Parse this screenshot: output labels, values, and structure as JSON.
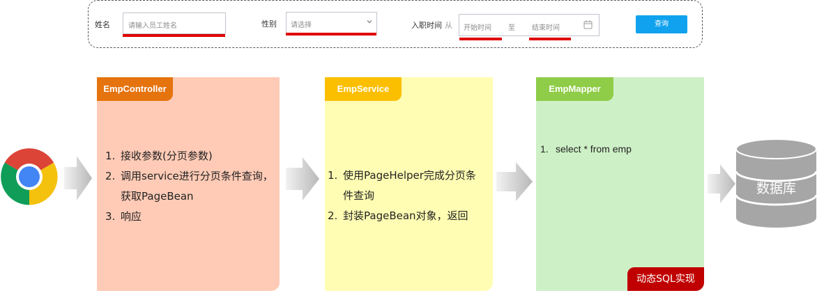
{
  "search_form": {
    "name_label": "姓名",
    "name_placeholder": "请输入员工姓名",
    "gender_label": "性别",
    "gender_placeholder": "请选择",
    "entry_time_label": "入职时间",
    "start_placeholder": "开始时间",
    "range_separator": "至",
    "end_placeholder": "结束时间",
    "query_button": "查询"
  },
  "columns": [
    {
      "title": "EmpController",
      "steps": [
        "接收参数(分页参数)",
        "调用service进行分页条件查询，",
        "获取PageBean",
        "响应"
      ],
      "step_numbers": [
        "1.",
        "2.",
        "",
        "3."
      ]
    },
    {
      "title": "EmpService",
      "steps": [
        "使用PageHelper完成分页条",
        "件查询",
        "封装PageBean对象，返回"
      ],
      "step_numbers": [
        "1.",
        "",
        "2."
      ]
    },
    {
      "title": "EmpMapper",
      "steps": [
        "select * from emp"
      ],
      "step_numbers": [
        "1."
      ],
      "badge": "动态SQL实现"
    }
  ],
  "database_label": "数据库",
  "colors": {
    "controller_bg": "#ffcbb6",
    "controller_tag": "#e5730e",
    "service_bg": "#fffdb3",
    "service_tag": "#fbbf00",
    "mapper_bg": "#cef0c6",
    "mapper_tag": "#8fcc47",
    "badge": "#c00000",
    "query_button": "#10a2ee",
    "database": "#a6a6a6"
  },
  "icons": [
    "chrome-browser-icon",
    "calendar-icon",
    "chevron-down-icon",
    "database-icon"
  ]
}
